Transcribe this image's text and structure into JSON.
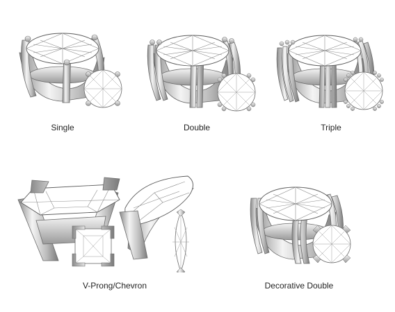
{
  "settings": [
    {
      "id": "single",
      "label": "Single",
      "icon": "single-prong-setting-icon"
    },
    {
      "id": "double",
      "label": "Double",
      "icon": "double-prong-setting-icon"
    },
    {
      "id": "triple",
      "label": "Triple",
      "icon": "triple-prong-setting-icon"
    },
    {
      "id": "v-prong",
      "label": "V-Prong/Chevron",
      "icon": "v-prong-chevron-setting-icon"
    },
    {
      "id": "decorative-double",
      "label": "Decorative Double",
      "icon": "decorative-double-prong-setting-icon"
    }
  ],
  "colors": {
    "metal_light": "#f4f4f4",
    "metal_mid": "#c9c9c9",
    "metal_dark": "#8a8a8a",
    "outline": "#6a6a6a",
    "gem": "#ffffff"
  }
}
